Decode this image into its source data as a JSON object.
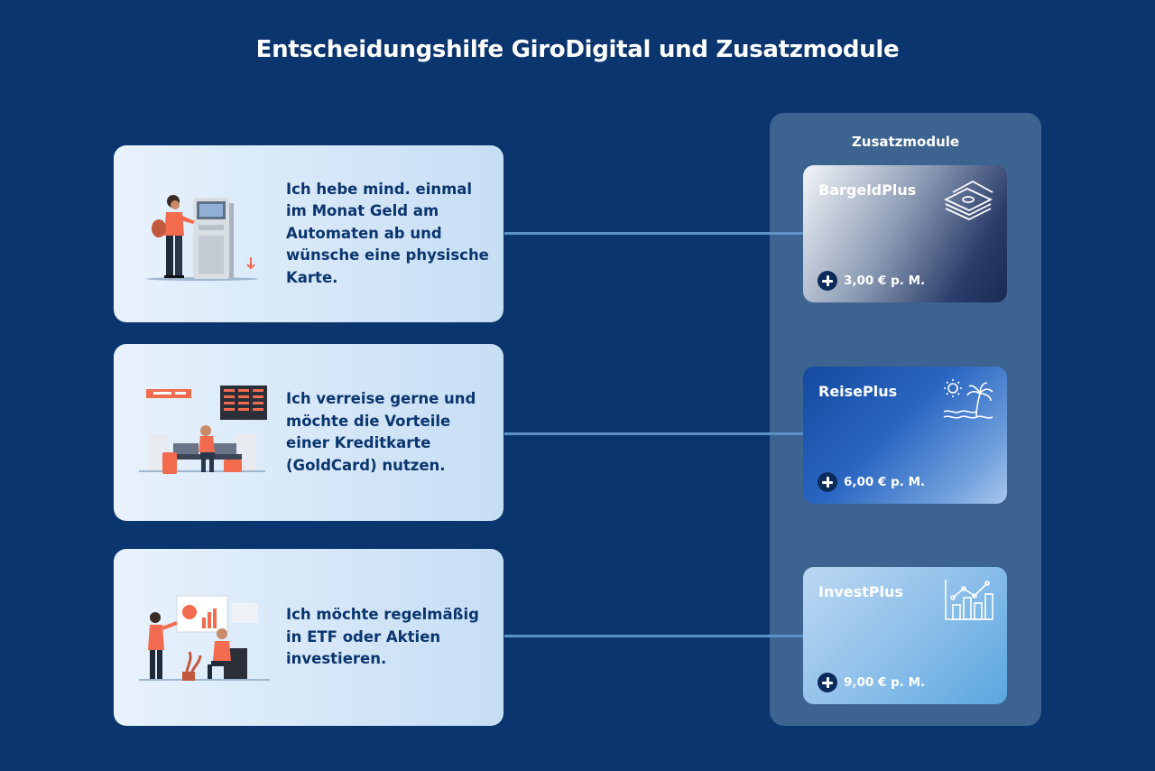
{
  "title": "Entscheidungshilfe GiroDigital und Zusatzmodule",
  "panel": {
    "title": "Zusatzmodule"
  },
  "scenarios": [
    {
      "text": "Ich hebe mind. einmal im Monat Geld am Automaten ab und wünsche eine physische Karte.",
      "illustration": "atm-illustration"
    },
    {
      "text": "Ich verreise gerne und möchte die Vorteile einer Kreditkarte (GoldCard) nutzen.",
      "illustration": "airport-illustration"
    },
    {
      "text": "Ich möchte regelmäßig in ETF oder Aktien investieren.",
      "illustration": "investment-illustration"
    }
  ],
  "modules": [
    {
      "name": "BargeldPlus",
      "price": "3,00 € p. M.",
      "icon": "money-stack-icon"
    },
    {
      "name": "ReisePlus",
      "price": "6,00 € p. M.",
      "icon": "sun-palm-icon"
    },
    {
      "name": "InvestPlus",
      "price": "9,00 € p. M.",
      "icon": "chart-icon"
    }
  ],
  "colors": {
    "background": "#0b356e",
    "panel": "#3d6390",
    "accent": "#f26b4f",
    "text_dark": "#0b356e"
  }
}
